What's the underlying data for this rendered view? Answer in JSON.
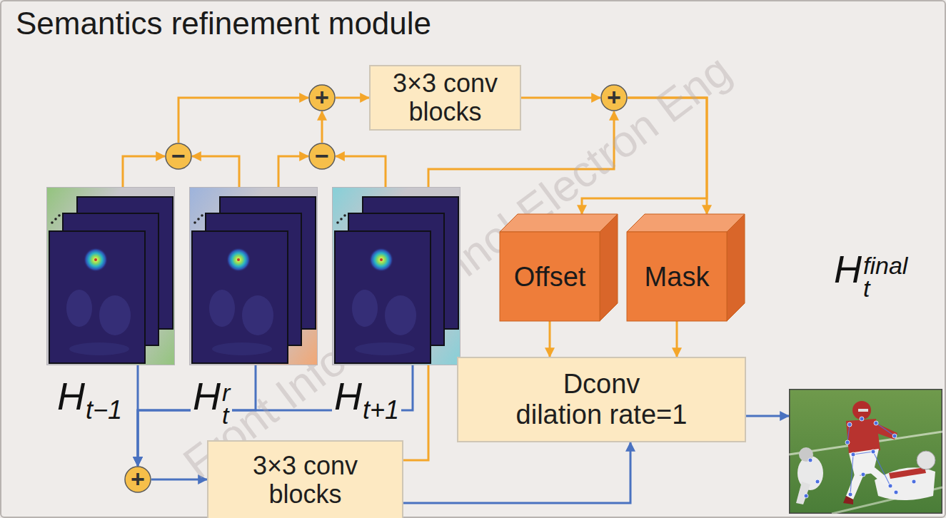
{
  "diagram": {
    "title": "Semantics refinement module",
    "nodes": [
      {
        "text": [
          "H",
          "t−1"
        ]
      },
      {
        "text": [
          "H",
          "r",
          "t"
        ]
      },
      {
        "text": [
          "H",
          "t+1"
        ]
      },
      {
        "text": [
          "−"
        ]
      },
      {
        "text": [
          "−"
        ]
      },
      {
        "text": [
          "+"
        ]
      },
      {
        "text": [
          "3×3 conv blocks"
        ]
      },
      {
        "text": [
          "+"
        ]
      },
      {
        "text": [
          "Offset"
        ]
      },
      {
        "text": [
          "Mask"
        ]
      },
      {
        "text": [
          "Dconv dilation rate=1"
        ]
      },
      {
        "text": [
          "+"
        ]
      },
      {
        "text": [
          "3×3 conv blocks"
        ]
      },
      {
        "text": [
          "H",
          "final",
          "t"
        ]
      }
    ],
    "edges": [
      {
        "from": 0,
        "to": 3,
        "arrow": "to"
      },
      {
        "from": 1,
        "to": 3,
        "arrow": "to"
      },
      {
        "from": 1,
        "to": 4,
        "arrow": "to"
      },
      {
        "from": 2,
        "to": 4,
        "arrow": "to"
      },
      {
        "from": 3,
        "to": 5,
        "arrow": "to"
      },
      {
        "from": 4,
        "to": 5,
        "arrow": "to"
      },
      {
        "from": 5,
        "to": 6,
        "arrow": "to"
      },
      {
        "from": 6,
        "to": 7,
        "arrow": "to"
      },
      {
        "from": 12,
        "to": 7,
        "arrow": "to"
      },
      {
        "from": 7,
        "to": 8,
        "arrow": "to"
      },
      {
        "from": 7,
        "to": 9,
        "arrow": "to"
      },
      {
        "from": 8,
        "to": 10,
        "arrow": "to"
      },
      {
        "from": 9,
        "to": 10,
        "arrow": "to"
      },
      {
        "from": 0,
        "to": 11,
        "arrow": "to"
      },
      {
        "from": 1,
        "to": 11,
        "arrow": "to"
      },
      {
        "from": 2,
        "to": 11,
        "arrow": "to"
      },
      {
        "from": 11,
        "to": 12,
        "arrow": "to"
      },
      {
        "from": 12,
        "to": 10,
        "arrow": "to"
      },
      {
        "from": 10,
        "to": 13,
        "arrow": "to"
      }
    ],
    "labels": [
      "Front Inform Technol Electron Eng"
    ]
  }
}
